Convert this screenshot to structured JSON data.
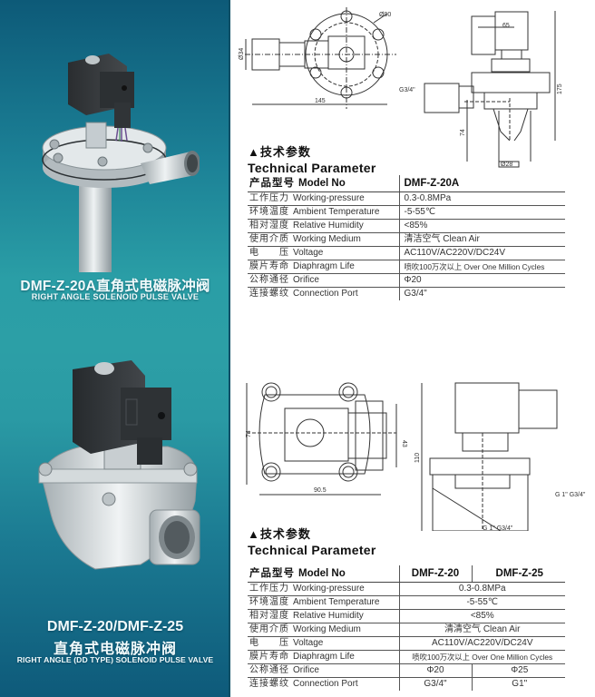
{
  "left_panel": {
    "background_colors": [
      "#0d5a78",
      "#2a9ea6",
      "#0e5a7a"
    ],
    "products": [
      {
        "title": "DMF-Z-20A直角式电磁脉冲阀",
        "subtitle": "RIGHT ANGLE  SOLENOID PULSE VALVE",
        "image": "right-angle-pulse-valve-photo"
      },
      {
        "title": "DMF-Z-20/DMF-Z-25",
        "title_cn": "直角式电磁脉冲阀",
        "subtitle": "RIGHT ANGLE (DD TYPE) SOLENOID PULSE VALVE",
        "image": "dd-type-pulse-valve-photo"
      }
    ]
  },
  "drawings": {
    "drawing_1": {
      "dimensions": {
        "diameter_body": "Ø90",
        "diameter_inlet": "Ø34",
        "length": "145",
        "coil_width": "65",
        "port": "G3/4\"",
        "height": "175",
        "depth": "74",
        "outlet": "Ø28"
      }
    },
    "drawing_2": {
      "dimensions": {
        "width": "90.5",
        "height_left": "74",
        "port_height": "43",
        "total_height": "110",
        "port_side": "G 1\" G3/4\"",
        "port_bottom": "G 1\" G3/4\""
      }
    }
  },
  "section_1": {
    "heading_cn": "▲技术参数",
    "heading_en": "Technical Parameter",
    "table": {
      "header": {
        "label_cn": "产品型号",
        "label_en": "Model No",
        "values": [
          "DMF-Z-20A"
        ]
      },
      "rows": [
        {
          "label_cn": "工作压力",
          "label_en": "Working-pressure",
          "value": "0.3-0.8MPa"
        },
        {
          "label_cn": "环境温度",
          "label_en": "Ambient Temperature",
          "value": "-5-55℃"
        },
        {
          "label_cn": "相对湿度",
          "label_en": "Relative Humidity",
          "value": "<85%"
        },
        {
          "label_cn": "使用介质",
          "label_en": "Working Medium",
          "value": "清洁空气 Clean Air"
        },
        {
          "label_cn": "电　　压",
          "label_en": "Voltage",
          "value": "AC110V/AC220V/DC24V"
        },
        {
          "label_cn": "膜片寿命",
          "label_en": "Diaphragm Life",
          "value": "喷吹100万次以上 Over One Million Cycles"
        },
        {
          "label_cn": "公称通径",
          "label_en": "Orifice",
          "value": "Φ20"
        },
        {
          "label_cn": "连接螺纹",
          "label_en": "Connection Port",
          "value": "G3/4\""
        }
      ]
    }
  },
  "section_2": {
    "heading_cn": "▲技术参数",
    "heading_en": "Technical Parameter",
    "table": {
      "header": {
        "label_cn": "产品型号",
        "label_en": "Model No",
        "values": [
          "DMF-Z-20",
          "DMF-Z-25"
        ]
      },
      "rows": [
        {
          "label_cn": "工作压力",
          "label_en": "Working-pressure",
          "value": "0.3-0.8MPa"
        },
        {
          "label_cn": "环境温度",
          "label_en": "Ambient Temperature",
          "value": "-5-55℃"
        },
        {
          "label_cn": "相对湿度",
          "label_en": "Relative Humidity",
          "value": "<85%"
        },
        {
          "label_cn": "使用介质",
          "label_en": "Working Medium",
          "value": "清清空气 Clean Air"
        },
        {
          "label_cn": "电　　压",
          "label_en": "Voltage",
          "value": "AC110V/AC220V/DC24V"
        },
        {
          "label_cn": "膜片寿命",
          "label_en": "Diaphragm Life",
          "value": "喷吹100万次以上 Over One Million Cycles"
        },
        {
          "label_cn": "公称通径",
          "label_en": "Orifice",
          "values": [
            "Φ20",
            "Φ25"
          ]
        },
        {
          "label_cn": "连接螺纹",
          "label_en": "Connection Port",
          "values": [
            "G3/4\"",
            "G1\""
          ]
        }
      ]
    }
  }
}
